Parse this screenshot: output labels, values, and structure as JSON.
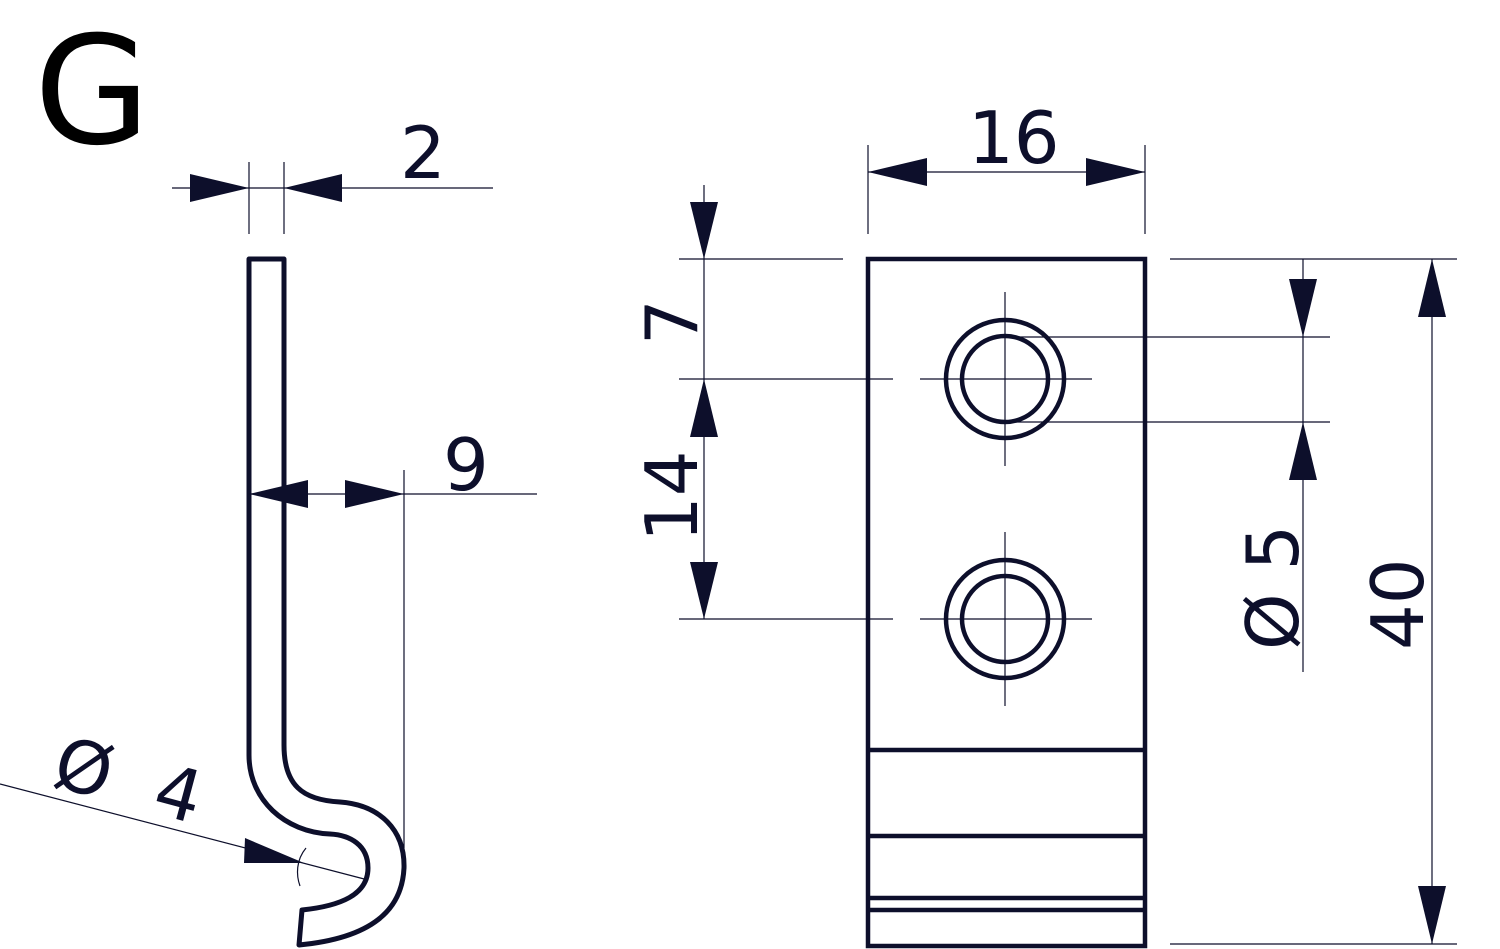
{
  "view_label": "G",
  "dimensions": {
    "thickness": "2",
    "hook_offset": "9",
    "hook_diameter_symbol": "Ø",
    "hook_diameter_value": "4",
    "width": "16",
    "hole_top_offset": "7",
    "hole_spacing": "14",
    "hole_diameter": "Ø 5",
    "length": "40"
  },
  "colors": {
    "line": "#0d0f2b",
    "background": "#ffffff"
  }
}
